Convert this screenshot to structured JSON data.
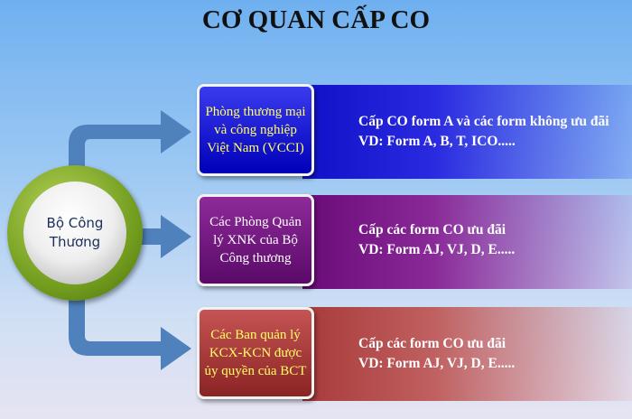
{
  "title": "CƠ QUAN CẤP CO",
  "center": {
    "line1": "Bộ Công",
    "line2": "Thương"
  },
  "branches": [
    {
      "lines": [
        "Phòng thương mại",
        "và công nghiệp",
        "Việt Nam (VCCI)"
      ],
      "desc": [
        "Cấp CO form A và các form không ưu đãi",
        "VD: Form A, B, T, ICO....."
      ]
    },
    {
      "lines": [
        "Các Phòng Quản",
        "lý XNK của Bộ",
        "Công thương"
      ],
      "desc": [
        "Cấp các form CO ưu đãi",
        "VD: Form AJ, VJ, D, E....."
      ]
    },
    {
      "lines": [
        "Các Ban quản lý",
        "KCX-KCN được",
        "ủy quyền của BCT"
      ],
      "desc": [
        "Cấp các form CO ưu đãi",
        "VD: Form AJ, VJ, D, E....."
      ]
    }
  ],
  "colors": {
    "arrow": "#4f81bd",
    "branch1": "#0000c8",
    "branch2": "#6a0a78",
    "branch3": "#a83a3a",
    "ring": "#6f9a1c"
  }
}
